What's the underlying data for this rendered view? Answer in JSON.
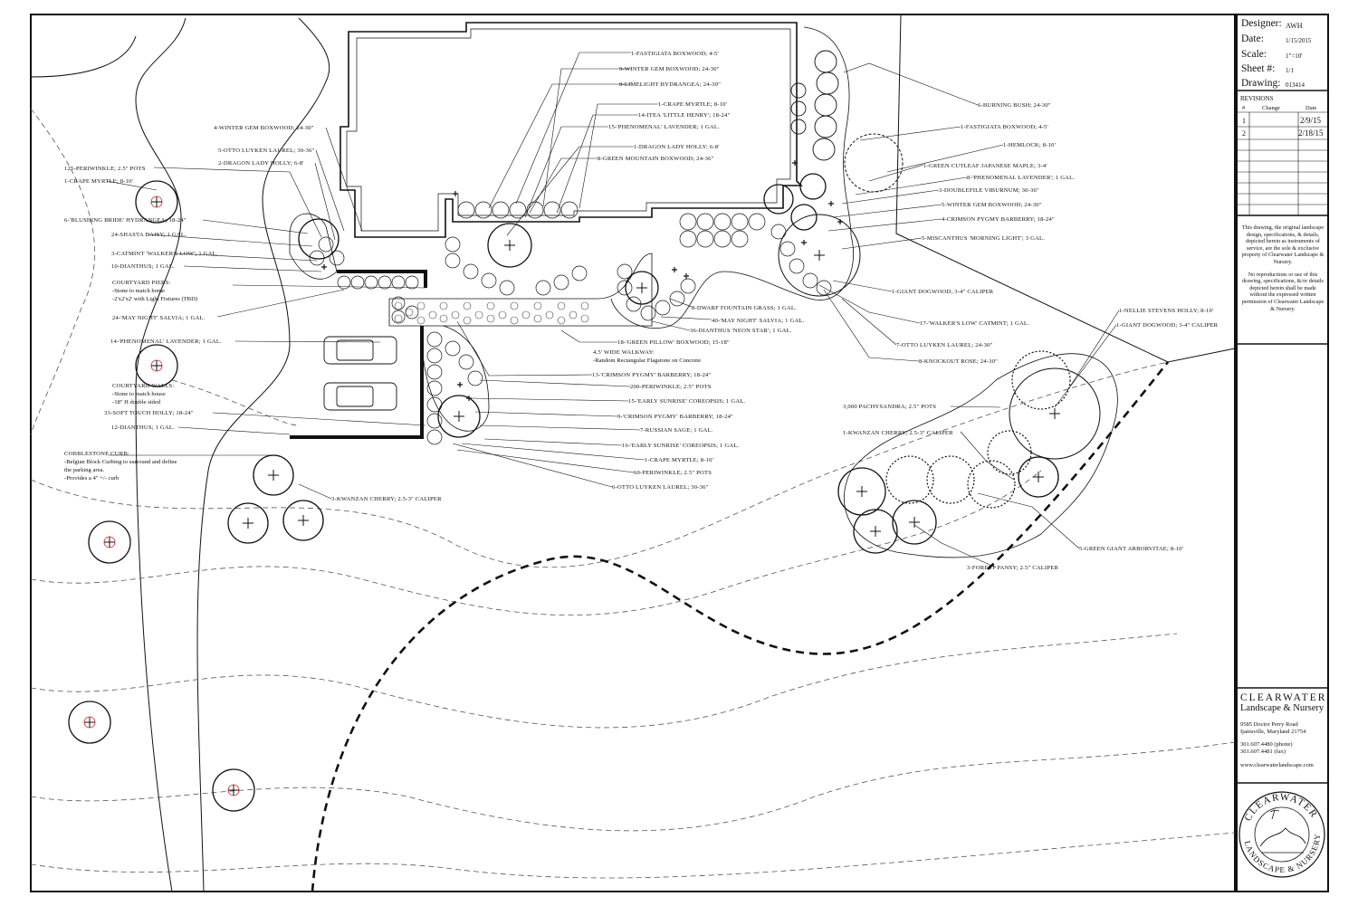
{
  "title_block": {
    "designer_label": "Designer:",
    "designer": "AWH",
    "date_label": "Date:",
    "date": "1/15/2015",
    "scale_label": "Scale:",
    "scale": "1\"=10'",
    "sheet_label": "Sheet #:",
    "sheet": "1/1",
    "drawing_label": "Drawing:",
    "drawing": "013414",
    "revisions_title": "REVISIONS",
    "rev_col_num": "#",
    "rev_col_change": "Change",
    "rev_col_date": "Date",
    "revisions": [
      {
        "num": "1",
        "change": "",
        "date": "2/9/15"
      },
      {
        "num": "2",
        "change": "",
        "date": "2/18/15"
      }
    ],
    "disclaimer_1": "This drawing, the original landscape design, specifications, & details, depicted herein as instruments of service, are the sole & exclusive property of Clearwater Landscape & Nursery.",
    "disclaimer_2": "No reproductions or use of this drawing, specifications, &/or details depicted herein shall be made without the expressed written permission of Clearwater Landscape & Nursery.",
    "company_name": "CLEARWATER",
    "company_sub": "Landscape & Nursery",
    "address_1": "9585 Doctor Perry Road",
    "address_2": "Ijamsville, Maryland 21754",
    "phone": "301.607.4480 (phone)",
    "fax": "301.607.4481 (fax)",
    "website": "www.clearwaterlandscape.com",
    "logo_top": "CLEARWATER",
    "logo_bottom": "LANDSCAPE & NURSERY"
  },
  "labels": {
    "l01": "1-FASTIGIATA BOXWOOD; 4-5'",
    "l02": "9-WINTER GEM BOXWOOD; 24-30\"",
    "l03": "8-LIMELIGHT HYDRANGEA; 24-30\"",
    "l04": "1-CRAPE MYRTLE; 8-10'",
    "l05": "14-ITEA 'LITTLE HENRY'; 18-24\"",
    "l06": "15-'PHENOMENAL' LAVENDER; 1 GAL.",
    "l07": "1-DRAGON LADY HOLLY; 6-8'",
    "l08": "8-GREEN MOUNTAIN BOXWOOD; 24-36\"",
    "l09": "4-WINTER GEM BOXWOOD; 24-30\"",
    "l10": "5-OTTO LUYKEN LAUREL; 30-36\"",
    "l11": "2-DRAGON LADY HOLLY; 6-8'",
    "l12": "125-PERIWINKLE; 2.5\" POTS",
    "l13": "1-CRAPE MYRTLE; 8-10'",
    "l14": "6-'BLUSHING BRIDE' HYDRANGEA; 18-24\"",
    "l15": "24-SHASTA DAISY; 1 GAL.",
    "l16": "3-CATMINT 'WALKER'S LOW'; 1 GAL.",
    "l17": "10-DIANTHUS; 1 GAL.",
    "l18": "COURTYARD PIERS:",
    "l18a": "-Stone to match home",
    "l18b": "-2'x2'x2' with Light Fixtures (TBD)",
    "l19": "24-'MAY NIGHT' SALVIA; 1 GAL.",
    "l20": "14-'PHENOMENAL' LAVENDER; 1 GAL.",
    "l21": "COURTYARD WALLS:",
    "l21a": "-Stone to match house",
    "l21b": "-18\" H double sided",
    "l22": "33-SOFT TOUCH HOLLY; 18-24\"",
    "l23": "12-DIANTHUS; 1 GAL.",
    "l24": "COBBLESTONE CURB:",
    "l24a": "-Belgian Block Curbing to surround and define",
    "l24b": "the parking area.",
    "l24c": "-Provides a 4\" +/- curb",
    "l25": "3-KWANZAN CHERRY; 2.5-3\" CALIPER",
    "l26": "6-BURNING BUSH; 24-30\"",
    "l27": "1-FASTIGIATA BOXWOOD; 4-5'",
    "l28": "1-HEMLOCK; 8-10'",
    "l29": "1-GREEN CUTLEAF JAPANESE MAPLE; 3-4'",
    "l30": "8-'PHENOMENAL LAVENDER'; 1 GAL.",
    "l31": "3-DOUBLEFILE VIBURNUM; 30-36\"",
    "l32": "5-WINTER GEM BOXWOOD; 24-30\"",
    "l33": "4-CRIMSON PYGMY BARBERRY; 18-24\"",
    "l34": "5-MISCANTHUS 'MORNING LIGHT'; 3 GAL.",
    "l35": "1-GIANT DOGWOOD; 3-4\" CALIPER",
    "l36": "17-'WALKER'S LOW' CATMINT; 1 GAL.",
    "l37": "7-OTTO LUYKEN LAUREL; 24-30\"",
    "l38": "8-KNOCKOUT ROSE; 24-30\"",
    "l39": "8-DWARF FOUNTAIN GRASS; 1 GAL.",
    "l40": "40-'MAY NIGHT' SALVIA; 1 GAL.",
    "l41": "36-DIANTHUS 'NEON STAR'; 1 GAL.",
    "l42": "18-'GREEN PILLOW' BOXWOOD; 15-18\"",
    "l43": "4.5' WIDE WALKWAY:",
    "l43a": "-Random Rectangular Flagstone on Concrete",
    "l44": "13-'CRIMSON PYGMY' BARBERRY; 18-24\"",
    "l45": "200-PERIWINKLE; 2.5\" POTS",
    "l46": "15-'EARLY SUNRISE' COREOPSIS; 1 GAL.",
    "l47": "9-'CRIMSON PYGMY' BARBERRY; 18-24\"",
    "l48": "7-RUSSIAN SAGE; 1 GAL.",
    "l49": "16-'EARLY SUNRISE' COREOPSIS; 1 GAL.",
    "l50": "1-CRAPE MYRTLE; 8-10'",
    "l51": "60-PERIWINKLE; 2.5\" POTS",
    "l52": "6-OTTO LUYKEN LAUREL; 30-36\"",
    "l53": "1-NELLIE STEVENS HOLLY; 8-10'",
    "l54": "1-GIANT DOGWOOD; 3-4\" CALIPER",
    "l55": "3,000 PACHYSANDRA; 2.5\" POTS",
    "l56": "1-KWANZAN CHERRY; 2.5-3\" CALIPER",
    "l57": "5-GREEN GIANT ARBORVITAE; 8-10'",
    "l58": "3-FOREST PANSY; 2.5\" CALIPER"
  }
}
